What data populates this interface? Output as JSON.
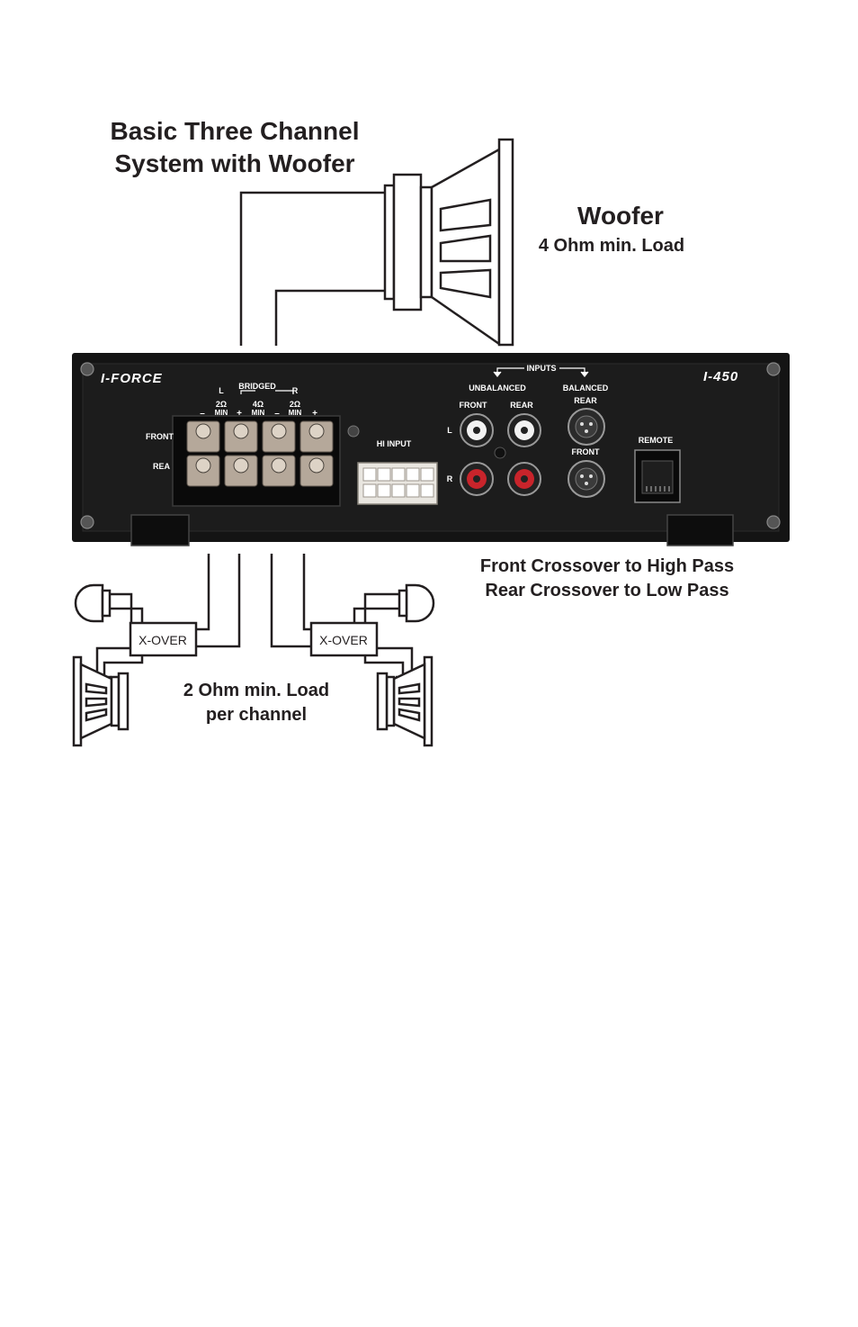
{
  "title": {
    "line1": "Basic Three Channel",
    "line2": "System with Woofer"
  },
  "woofer": {
    "title": "Woofer",
    "load": "4 Ohm min. Load"
  },
  "notes": {
    "crossover_line1": "Front Crossover to High Pass",
    "crossover_line2": "Rear Crossover to Low Pass",
    "load_line1": "2 Ohm min. Load",
    "load_line2": "per channel"
  },
  "amplifier": {
    "brand": "I-FORCE",
    "model": "I-450",
    "bridged": "BRIDGED",
    "left": "L",
    "right": "R",
    "min_2ohm_a": "2Ω",
    "min_2ohm_b": "2Ω",
    "min_4ohm": "4Ω",
    "min": "MIN",
    "minus": "–",
    "plus": "+",
    "front": "FRONT",
    "rear": "REA",
    "hi_input": "HI INPUT",
    "inputs": "INPUTS",
    "unbalanced": "UNBALANCED",
    "balanced": "BALANCED",
    "unbal_front": "FRONT",
    "unbal_rear": "REAR",
    "bal_rear": "REAR",
    "bal_front": "FRONT",
    "row_l": "L",
    "row_r": "R",
    "remote": "REMOTE"
  },
  "crossovers": {
    "left_label": "X-OVER",
    "right_label": "X-OVER"
  },
  "colors": {
    "amp_body": "#141414",
    "rca_red": "#c8242b",
    "line": "#231f20"
  }
}
